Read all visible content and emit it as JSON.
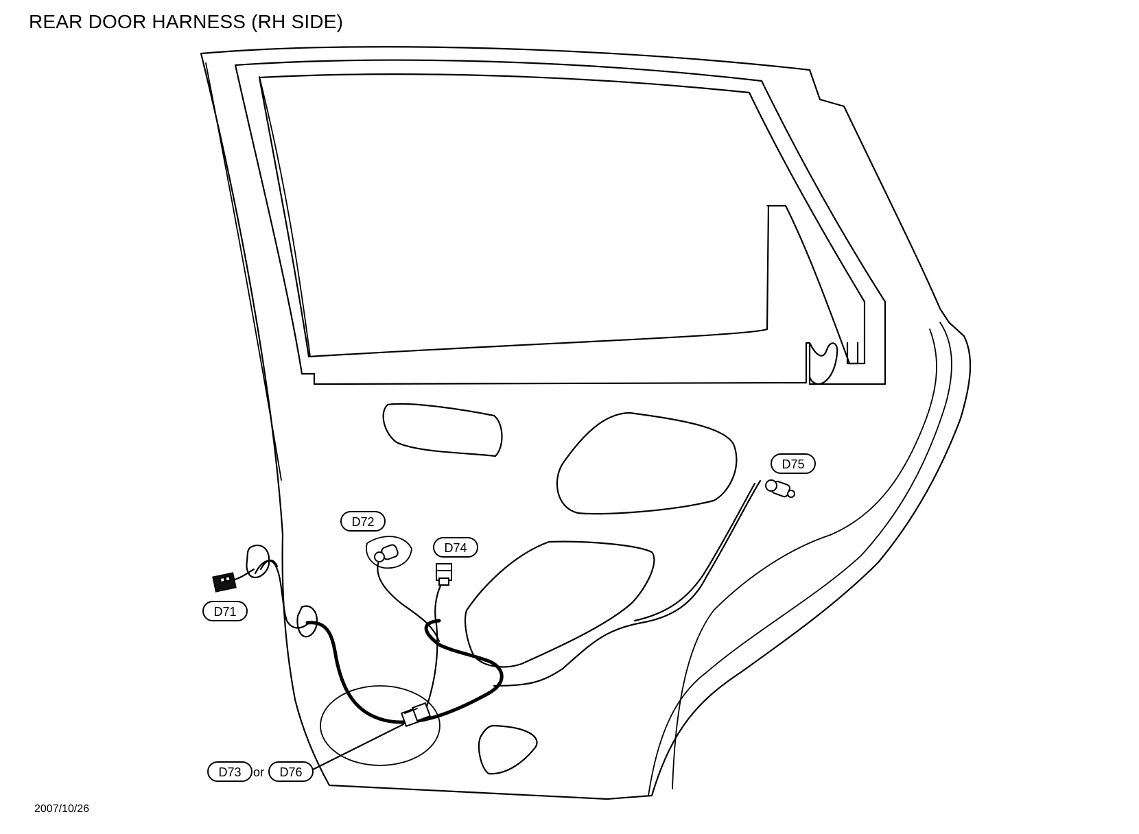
{
  "title": "REAR DOOR HARNESS (RH SIDE)",
  "date": "2007/10/26",
  "connectors": {
    "d71": "D71",
    "d72": "D72",
    "d73": "D73",
    "d74": "D74",
    "d75": "D75",
    "d76": "D76"
  },
  "or_label": "or"
}
